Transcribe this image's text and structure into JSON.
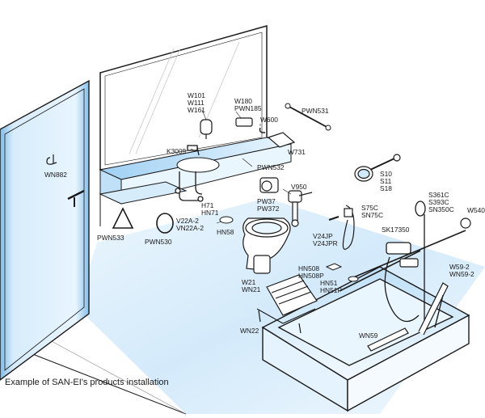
{
  "caption": "Example of SAN-EI's products installation",
  "colors": {
    "floor": "#d6ecfb",
    "glass": "#8fc8ee",
    "glass_light": "#e4f3fd",
    "outline": "#1a1a1a",
    "fixture": "#ffffff"
  },
  "labels": {
    "W101": "W101\nW111\nW161",
    "W180": "W180\nPWN185",
    "PWN531": "PWN531",
    "W600": "W600",
    "W731": "W731",
    "K3009": "K3009",
    "WN882": "WN882",
    "PWN532": "PWN532",
    "V950": "V950",
    "PW37": "PW37\nPW372",
    "H71": "H71\nHN71",
    "V22A": "V22A-2\nVN22A-2",
    "PWN533": "PWN533",
    "PWN530": "PWN530",
    "HN58": "HN58",
    "S10": "S10\nS11\nS18",
    "S361C": "S361C\nS393C\nSN350C",
    "W540": "W540",
    "S75C": "S75C\nSN75C",
    "V24JP": "V24JP\nV24JPR",
    "SK17350": "SK17350",
    "HN508": "HN508\nHN508P",
    "HN51": "HN51\nHN51P",
    "W21": "W21\nWN21",
    "W59": "W59-2\nWN59-2",
    "WN22": "WN22",
    "WN59": "WN59"
  }
}
